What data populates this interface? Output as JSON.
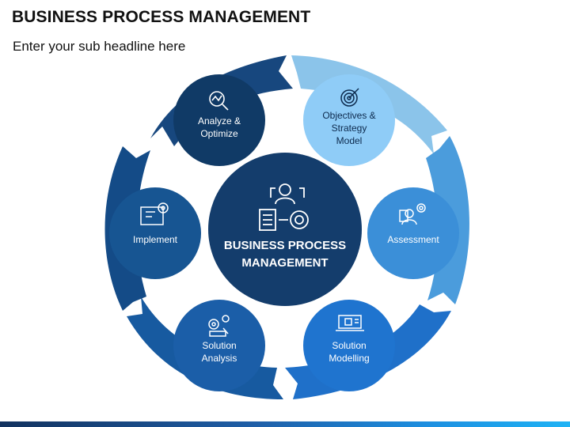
{
  "header": {
    "title": "BUSINESS PROCESS MANAGEMENT",
    "subtitle": "Enter your sub headline here"
  },
  "center": {
    "line1": "BUSINESS PROCESS",
    "line2": "MANAGEMENT",
    "icon": "manager-process-gear-icon",
    "color": "#143d6c"
  },
  "nodes": [
    {
      "id": "analyze",
      "line1": "Analyze &",
      "line2": "Optimize",
      "icon": "magnifier-chart-icon",
      "color": "#103a66"
    },
    {
      "id": "objectives",
      "line1": "Objectives &",
      "line2": "Strategy",
      "line3": "Model",
      "icon": "target-icon",
      "color": "#8fccf7"
    },
    {
      "id": "assessment",
      "line1": "Assessment",
      "icon": "person-gear-icon",
      "color": "#3b8fd8"
    },
    {
      "id": "solution-modelling",
      "line1": "Solution",
      "line2": "Modelling",
      "icon": "laptop-model-icon",
      "color": "#1f74cf"
    },
    {
      "id": "solution-analysis",
      "line1": "Solution",
      "line2": "Analysis",
      "icon": "analysis-gear-icon",
      "color": "#1b5ea8"
    },
    {
      "id": "implement",
      "line1": "Implement",
      "icon": "blueprint-gear-icon",
      "color": "#175592"
    }
  ],
  "colors": {
    "ring_dark": "#0f355f",
    "ring_light": "#b2d9f2",
    "arrow_top": "#17477e",
    "arrow_top_right": "#8bc4ea",
    "arrow_right": "#4b9cdc",
    "arrow_bottom_right": "#1f70c9",
    "arrow_bottom_left": "#175aa0",
    "arrow_left": "#144b87"
  }
}
